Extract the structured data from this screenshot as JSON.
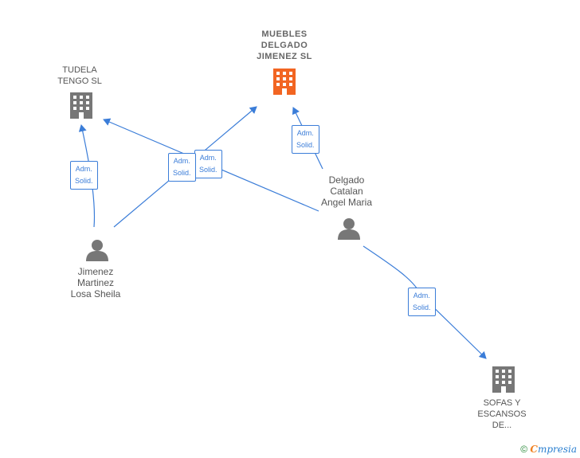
{
  "companies": [
    {
      "id": "muebles",
      "lines": [
        "MUEBLES",
        "DELGADO",
        "JIMENEZ  SL"
      ],
      "highlight": true
    },
    {
      "id": "tudela",
      "lines": [
        "TUDELA",
        "TENGO  SL"
      ],
      "highlight": false
    },
    {
      "id": "sofas",
      "lines": [
        "SOFAS Y",
        "ESCANSOS",
        "DE..."
      ],
      "highlight": false
    }
  ],
  "people": [
    {
      "id": "jimenez",
      "lines": [
        "Jimenez",
        "Martinez",
        "Losa Sheila"
      ]
    },
    {
      "id": "delgado",
      "lines": [
        "Delgado",
        "Catalan",
        "Angel Maria"
      ]
    }
  ],
  "relations": [
    {
      "from": "jimenez",
      "to": "tudela",
      "role": [
        "Adm.",
        "Solid."
      ]
    },
    {
      "from": "jimenez",
      "to": "muebles",
      "role": [
        "Adm.",
        "Solid."
      ]
    },
    {
      "from": "delgado",
      "to": "tudela",
      "role": [
        "Adm.",
        "Solid."
      ]
    },
    {
      "from": "delgado",
      "to": "muebles",
      "role": [
        "Adm.",
        "Solid."
      ]
    },
    {
      "from": "delgado",
      "to": "sofas",
      "role": [
        "Adm.",
        "Solid."
      ]
    }
  ],
  "colors": {
    "edge": "#3b7dd8",
    "company": "#777777",
    "company_highlight": "#f26522",
    "person": "#777777"
  },
  "footer": {
    "copyright": "©",
    "brand_first": "C",
    "brand_rest": "mpresia"
  }
}
